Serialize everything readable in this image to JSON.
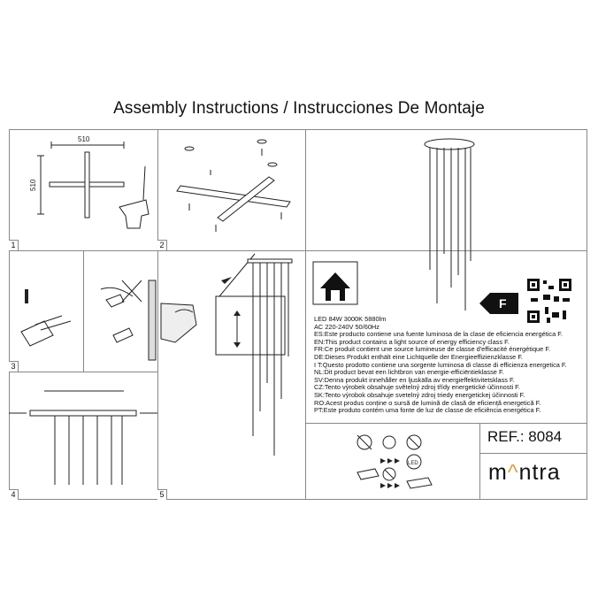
{
  "header": {
    "title": "Assembly Instructions / Instrucciones De Montaje"
  },
  "steps": [
    "1",
    "2",
    "3",
    "4",
    "5"
  ],
  "dimensions": {
    "width": "510",
    "depth": "510"
  },
  "energy": {
    "class_letter": "F",
    "specs": {
      "led": "LED",
      "power": "84W",
      "cct": "3000K",
      "lumen": "5880lm",
      "voltage": "AC 220-240V",
      "freq": "50/60Hz"
    },
    "lines": [
      "ES:Este producto contiene una fuente luminosa de la clase de eficiencia energética F.",
      "EN:This product contains a light source of energy efficiency class F.",
      "FR:Ce produit contient une source lumineuse de classe d'efficacité énergétique F.",
      "DE:Dieses Produkt enthält eine Lichtquelle der Energieeffizienzklasse F.",
      "I T:Questo prodotto contiene una sorgente luminosa di classe di efficienza energetica F.",
      "NL:Dit product bevat een lichtbron van energie-efficiëntieklasse F.",
      "SV:Denna produkt innehåller en ljuskälla av energieffektivitetsklass F.",
      "CZ:Tento výrobek obsahuje světelný zdroj třídy energetické účinnosti F.",
      "SK:Tento výrobok obsahuje svetelný zdroj triedy energetickej účinnosti F.",
      "RO:Acest produs conține o sursă de lumină de clasă de eficiență energetică F.",
      "PT:Este produto contém uma fonte de luz de classe de eficiência energética F."
    ]
  },
  "product": {
    "ref_label": "REF.:",
    "ref_number": "8084",
    "brand_pre": "m",
    "brand_mark": "^",
    "brand_post": "ntra"
  },
  "icons": {
    "led_label": "LED"
  }
}
